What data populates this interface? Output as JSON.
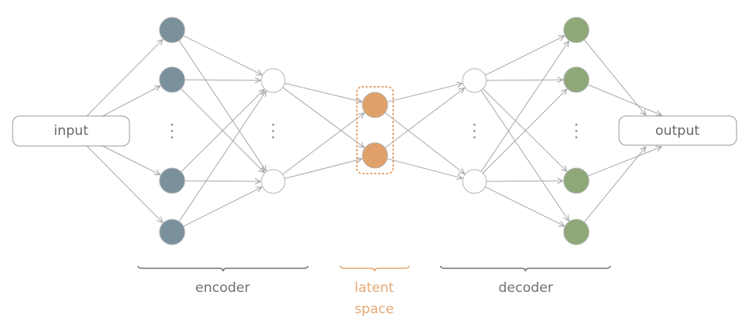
{
  "diagram": {
    "title": "Autoencoder architecture",
    "input_label": "input",
    "output_label": "output",
    "colors": {
      "encoder_node": "#7a919b",
      "hidden_node": "#ffffff",
      "latent_node": "#e0a06a",
      "decoder_node": "#8fa878",
      "edge": "#a8a8a8",
      "bracket_gray": "#777777",
      "bracket_orange": "#e6a873",
      "label_gray": "#707070",
      "label_orange": "#e6a873"
    },
    "layers": [
      {
        "id": "encoder-input-layer",
        "role": "encoder",
        "visible_nodes": 4,
        "has_ellipsis": true
      },
      {
        "id": "encoder-hidden-layer",
        "role": "hidden",
        "visible_nodes": 2,
        "has_ellipsis": true
      },
      {
        "id": "latent-layer",
        "role": "latent",
        "visible_nodes": 2,
        "has_ellipsis": false
      },
      {
        "id": "decoder-hidden-layer",
        "role": "hidden",
        "visible_nodes": 2,
        "has_ellipsis": true
      },
      {
        "id": "decoder-output-layer",
        "role": "decoder",
        "visible_nodes": 4,
        "has_ellipsis": true
      }
    ],
    "sections": [
      {
        "id": "encoder",
        "label_lines": [
          "encoder"
        ],
        "style": "gray"
      },
      {
        "id": "latent-space",
        "label_lines": [
          "latent",
          "space"
        ],
        "style": "orange"
      },
      {
        "id": "decoder",
        "label_lines": [
          "decoder"
        ],
        "style": "gray"
      }
    ]
  }
}
